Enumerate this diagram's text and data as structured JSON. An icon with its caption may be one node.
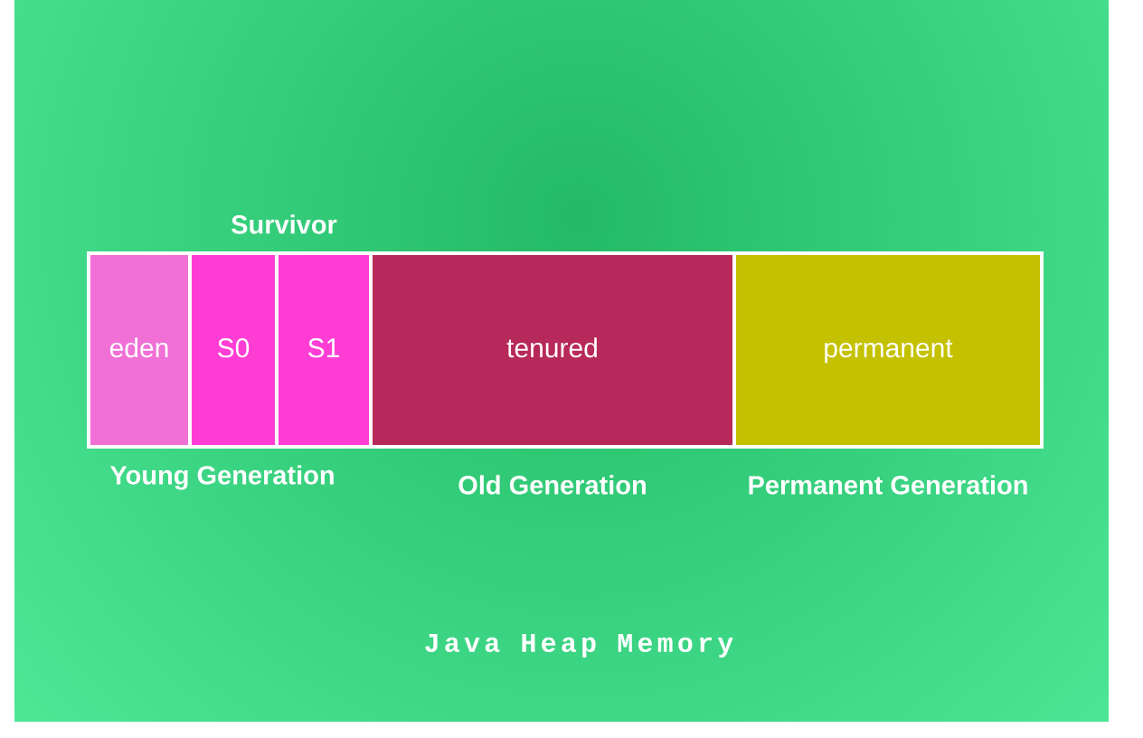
{
  "diagram": {
    "caption": "Java Heap Memory",
    "nodes": [
      {
        "text": [
          "eden"
        ]
      },
      {
        "text": [
          "S0"
        ]
      },
      {
        "text": [
          "S1"
        ]
      },
      {
        "text": [
          "tenured"
        ],
        "beside": [
          "Old Generation"
        ]
      },
      {
        "text": [
          "permanent"
        ],
        "beside": [
          "Permanent Generation"
        ]
      }
    ],
    "labels": [
      "Survivor",
      "Young Generation"
    ]
  }
}
